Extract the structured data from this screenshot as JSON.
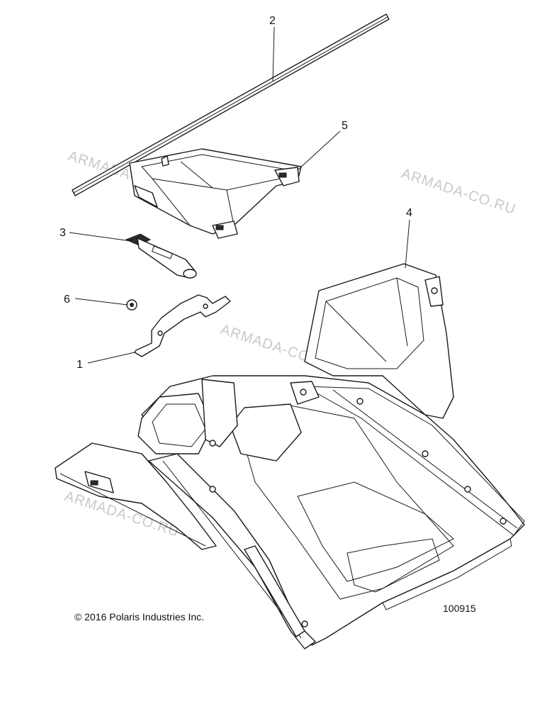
{
  "callouts": [
    {
      "id": "1",
      "label": "1"
    },
    {
      "id": "2",
      "label": "2"
    },
    {
      "id": "3",
      "label": "3"
    },
    {
      "id": "4",
      "label": "4"
    },
    {
      "id": "5",
      "label": "5"
    },
    {
      "id": "6",
      "label": "6"
    }
  ],
  "watermark": "ARMADA-CO.RU",
  "copyright": "© 2016 Polaris Industries Inc.",
  "diagram_number": "100915"
}
